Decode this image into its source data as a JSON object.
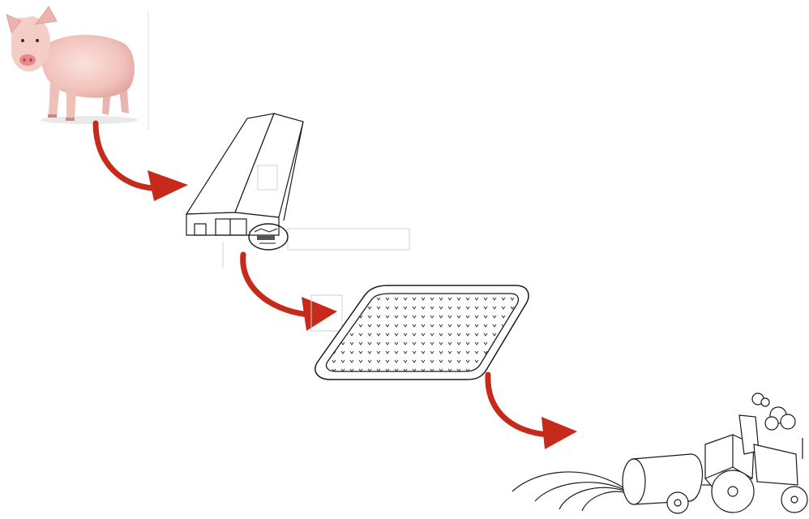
{
  "diagram": {
    "stages": [
      {
        "id": "pig",
        "icon": "pig-icon"
      },
      {
        "id": "barn",
        "icon": "barn-icon"
      },
      {
        "id": "lagoon",
        "icon": "lagoon-icon"
      },
      {
        "id": "spreader",
        "icon": "manure-spreader-tractor-icon"
      }
    ],
    "arrows": [
      {
        "from": "pig",
        "to": "barn"
      },
      {
        "from": "barn",
        "to": "lagoon"
      },
      {
        "from": "lagoon",
        "to": "spreader"
      }
    ],
    "colors": {
      "arrow": "#c62a1a",
      "line": "#1a1a1a",
      "pig_skin": "#f4c9c4",
      "pig_snout": "#e7888a",
      "background": "#ffffff"
    }
  }
}
